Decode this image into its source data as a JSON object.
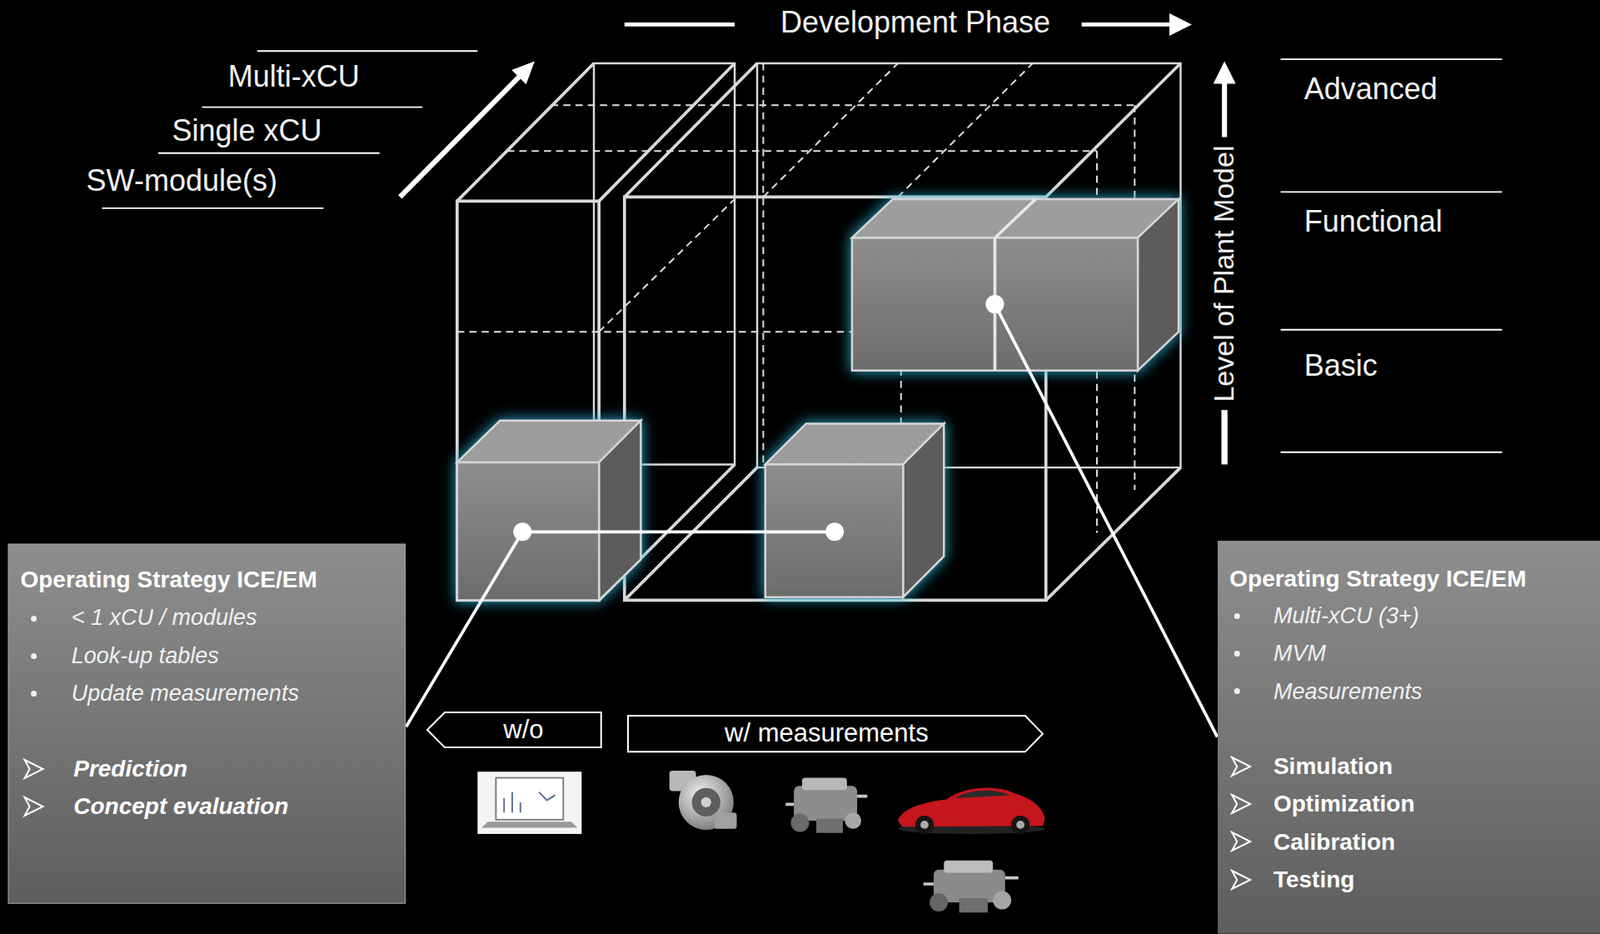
{
  "diagram": {
    "nodes": [
      {
        "text": [
          "Operating Strategy ICE/EM",
          "< 1 xCU / modules",
          "Look-up tables",
          "Update measurements",
          "Prediction",
          "Concept evaluation"
        ]
      },
      {
        "text": [
          "w/o"
        ]
      },
      {
        "text": [
          "w/ measurements"
        ]
      },
      {
        "text": [
          "Operating Strategy ICE/EM",
          "Multi-xCU (3+)",
          "MVM",
          "Measurements",
          "Simulation",
          "Optimization",
          "Calibration",
          "Testing"
        ]
      }
    ],
    "labels": [
      "Development Phase",
      "Multi-xCU",
      "Single xCU",
      "SW-module(s)",
      "Level of Plant Model",
      "Advanced",
      "Functional",
      "Basic"
    ]
  }
}
